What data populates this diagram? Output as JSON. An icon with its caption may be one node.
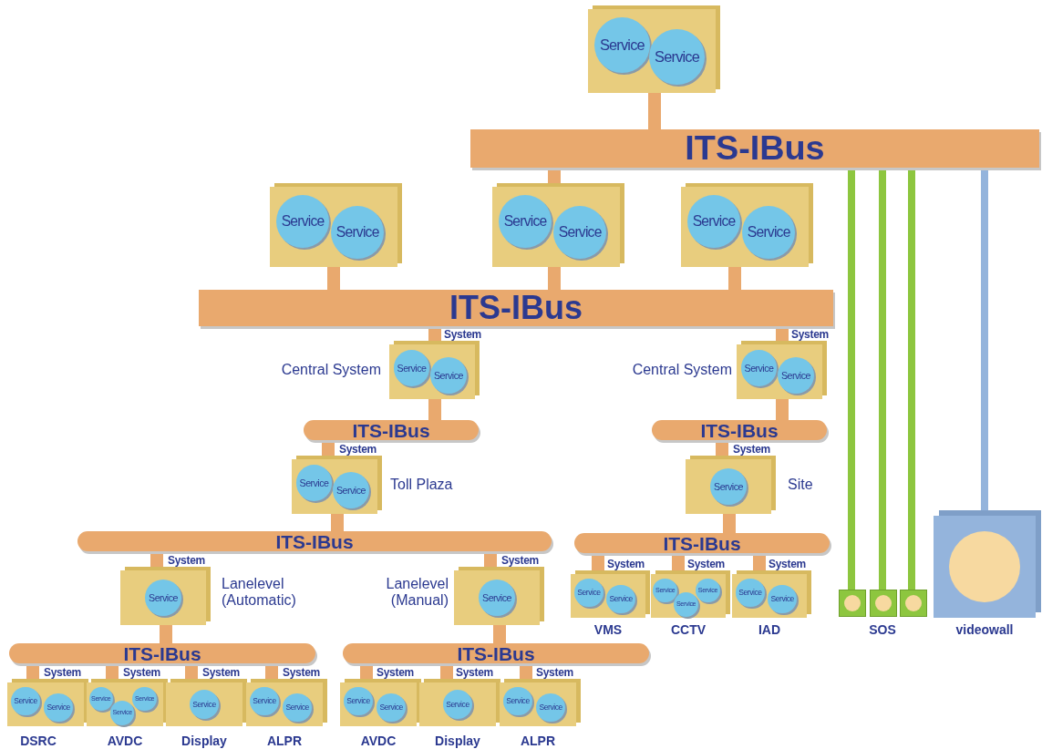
{
  "diagram": {
    "nodes": [
      {
        "text": [],
        "shape": "box"
      },
      {
        "text": [
          "Service"
        ],
        "in": 0
      },
      {
        "text": [
          "Service"
        ],
        "in": 0
      },
      {
        "text": [
          "ITS-IBus"
        ]
      },
      {
        "text": [],
        "shape": "box"
      },
      {
        "text": [
          "Service"
        ],
        "in": 4
      },
      {
        "text": [
          "Service"
        ],
        "in": 4
      },
      {
        "text": [],
        "shape": "box"
      },
      {
        "text": [
          "Service"
        ],
        "in": 7
      },
      {
        "text": [
          "Service"
        ],
        "in": 7
      },
      {
        "text": [],
        "shape": "box"
      },
      {
        "text": [
          "Service"
        ],
        "in": 10
      },
      {
        "text": [
          "Service"
        ],
        "in": 10
      },
      {
        "text": [
          "ITS-IBus"
        ]
      },
      {
        "text": [],
        "shape": "box",
        "beside": [
          "System",
          "Central System"
        ]
      },
      {
        "text": [
          "Service"
        ],
        "in": 14
      },
      {
        "text": [
          "Service"
        ],
        "in": 14
      },
      {
        "text": [],
        "shape": "box",
        "beside": [
          "System",
          "Central System"
        ]
      },
      {
        "text": [
          "Service"
        ],
        "in": 17
      },
      {
        "text": [
          "Service"
        ],
        "in": 17
      },
      {
        "text": [
          "ITS-IBus"
        ]
      },
      {
        "text": [
          "ITS-IBus"
        ]
      },
      {
        "text": [],
        "shape": "box",
        "beside": [
          "System",
          "Toll Plaza"
        ]
      },
      {
        "text": [
          "Service"
        ],
        "in": 22
      },
      {
        "text": [
          "Service"
        ],
        "in": 22
      },
      {
        "text": [],
        "shape": "box",
        "beside": [
          "System",
          "Site"
        ]
      },
      {
        "text": [
          "Service"
        ],
        "in": 25
      },
      {
        "text": [
          "ITS-IBus"
        ]
      },
      {
        "text": [
          "ITS-IBus"
        ]
      },
      {
        "text": [],
        "shape": "box",
        "beside": [
          "System",
          "Lanelevel (Automatic)"
        ]
      },
      {
        "text": [
          "Service"
        ],
        "in": 29
      },
      {
        "text": [],
        "shape": "box",
        "beside": [
          "System",
          "Lanelevel (Manual)"
        ]
      },
      {
        "text": [
          "Service"
        ],
        "in": 31
      },
      {
        "text": [],
        "shape": "box",
        "beside": [
          "System",
          "VMS"
        ]
      },
      {
        "text": [
          "Service"
        ],
        "in": 33
      },
      {
        "text": [
          "Service"
        ],
        "in": 33
      },
      {
        "text": [],
        "shape": "box",
        "beside": [
          "System",
          "CCTV"
        ]
      },
      {
        "text": [
          "Service"
        ],
        "in": 36
      },
      {
        "text": [
          "Service"
        ],
        "in": 36
      },
      {
        "text": [
          "Service"
        ],
        "in": 36
      },
      {
        "text": [],
        "shape": "box",
        "beside": [
          "System",
          "IAD"
        ]
      },
      {
        "text": [
          "Service"
        ],
        "in": 40
      },
      {
        "text": [
          "Service"
        ],
        "in": 40
      },
      {
        "text": [],
        "shape": "box"
      },
      {
        "text": [],
        "shape": "box"
      },
      {
        "text": [],
        "shape": "box"
      },
      {
        "text": [],
        "shape": "box",
        "beside": [
          "videowall"
        ]
      },
      {
        "text": [
          "ITS-IBus"
        ]
      },
      {
        "text": [
          "ITS-IBus"
        ]
      },
      {
        "text": [],
        "shape": "box",
        "beside": [
          "System",
          "DSRC"
        ]
      },
      {
        "text": [
          "Service"
        ],
        "in": 49
      },
      {
        "text": [
          "Service"
        ],
        "in": 49
      },
      {
        "text": [],
        "shape": "box",
        "beside": [
          "System",
          "AVDC"
        ]
      },
      {
        "text": [
          "Service"
        ],
        "in": 52
      },
      {
        "text": [
          "Service"
        ],
        "in": 52
      },
      {
        "text": [
          "Service"
        ],
        "in": 52
      },
      {
        "text": [],
        "shape": "box",
        "beside": [
          "System",
          "Display"
        ]
      },
      {
        "text": [
          "Service"
        ],
        "in": 56
      },
      {
        "text": [],
        "shape": "box",
        "beside": [
          "System",
          "ALPR"
        ]
      },
      {
        "text": [
          "Service"
        ],
        "in": 58
      },
      {
        "text": [
          "Service"
        ],
        "in": 58
      },
      {
        "text": [],
        "shape": "box",
        "beside": [
          "System",
          "AVDC"
        ]
      },
      {
        "text": [
          "Service"
        ],
        "in": 61
      },
      {
        "text": [
          "Service"
        ],
        "in": 61
      },
      {
        "text": [],
        "shape": "box",
        "beside": [
          "System",
          "Display"
        ]
      },
      {
        "text": [
          "Service"
        ],
        "in": 64
      },
      {
        "text": [],
        "shape": "box",
        "beside": [
          "System",
          "ALPR"
        ]
      },
      {
        "text": [
          "Service"
        ],
        "in": 66
      },
      {
        "text": [
          "Service"
        ],
        "in": 66
      }
    ],
    "edges": [
      {
        "from": 0,
        "to": 3,
        "arrow": "none"
      },
      {
        "from": 3,
        "to": 7,
        "arrow": "none"
      },
      {
        "from": 4,
        "to": 13,
        "arrow": "none"
      },
      {
        "from": 7,
        "to": 13,
        "arrow": "none"
      },
      {
        "from": 10,
        "to": 13,
        "arrow": "none"
      },
      {
        "from": 13,
        "to": 14,
        "arrow": "none"
      },
      {
        "from": 13,
        "to": 17,
        "arrow": "none"
      },
      {
        "from": 14,
        "to": 20,
        "arrow": "none"
      },
      {
        "from": 17,
        "to": 21,
        "arrow": "none"
      },
      {
        "from": 20,
        "to": 22,
        "arrow": "none"
      },
      {
        "from": 21,
        "to": 25,
        "arrow": "none"
      },
      {
        "from": 22,
        "to": 27,
        "arrow": "none"
      },
      {
        "from": 25,
        "to": 28,
        "arrow": "none"
      },
      {
        "from": 27,
        "to": 29,
        "arrow": "none"
      },
      {
        "from": 27,
        "to": 31,
        "arrow": "none"
      },
      {
        "from": 28,
        "to": 33,
        "arrow": "none"
      },
      {
        "from": 28,
        "to": 36,
        "arrow": "none"
      },
      {
        "from": 28,
        "to": 40,
        "arrow": "none"
      },
      {
        "from": 29,
        "to": 47,
        "arrow": "none"
      },
      {
        "from": 31,
        "to": 48,
        "arrow": "none"
      },
      {
        "from": 47,
        "to": 49,
        "arrow": "none"
      },
      {
        "from": 47,
        "to": 52,
        "arrow": "none"
      },
      {
        "from": 47,
        "to": 56,
        "arrow": "none"
      },
      {
        "from": 47,
        "to": 58,
        "arrow": "none"
      },
      {
        "from": 48,
        "to": 61,
        "arrow": "none"
      },
      {
        "from": 48,
        "to": 64,
        "arrow": "none"
      },
      {
        "from": 48,
        "to": 66,
        "arrow": "none"
      },
      {
        "from": 3,
        "to": 43,
        "arrow": "none",
        "color": "#8dc63f"
      },
      {
        "from": 3,
        "to": 44,
        "arrow": "none",
        "color": "#8dc63f"
      },
      {
        "from": 3,
        "to": 45,
        "arrow": "none",
        "color": "#8dc63f"
      },
      {
        "from": 3,
        "to": 46,
        "arrow": "none",
        "color": "#94b4dc"
      }
    ],
    "labels": [
      "SOS"
    ]
  }
}
